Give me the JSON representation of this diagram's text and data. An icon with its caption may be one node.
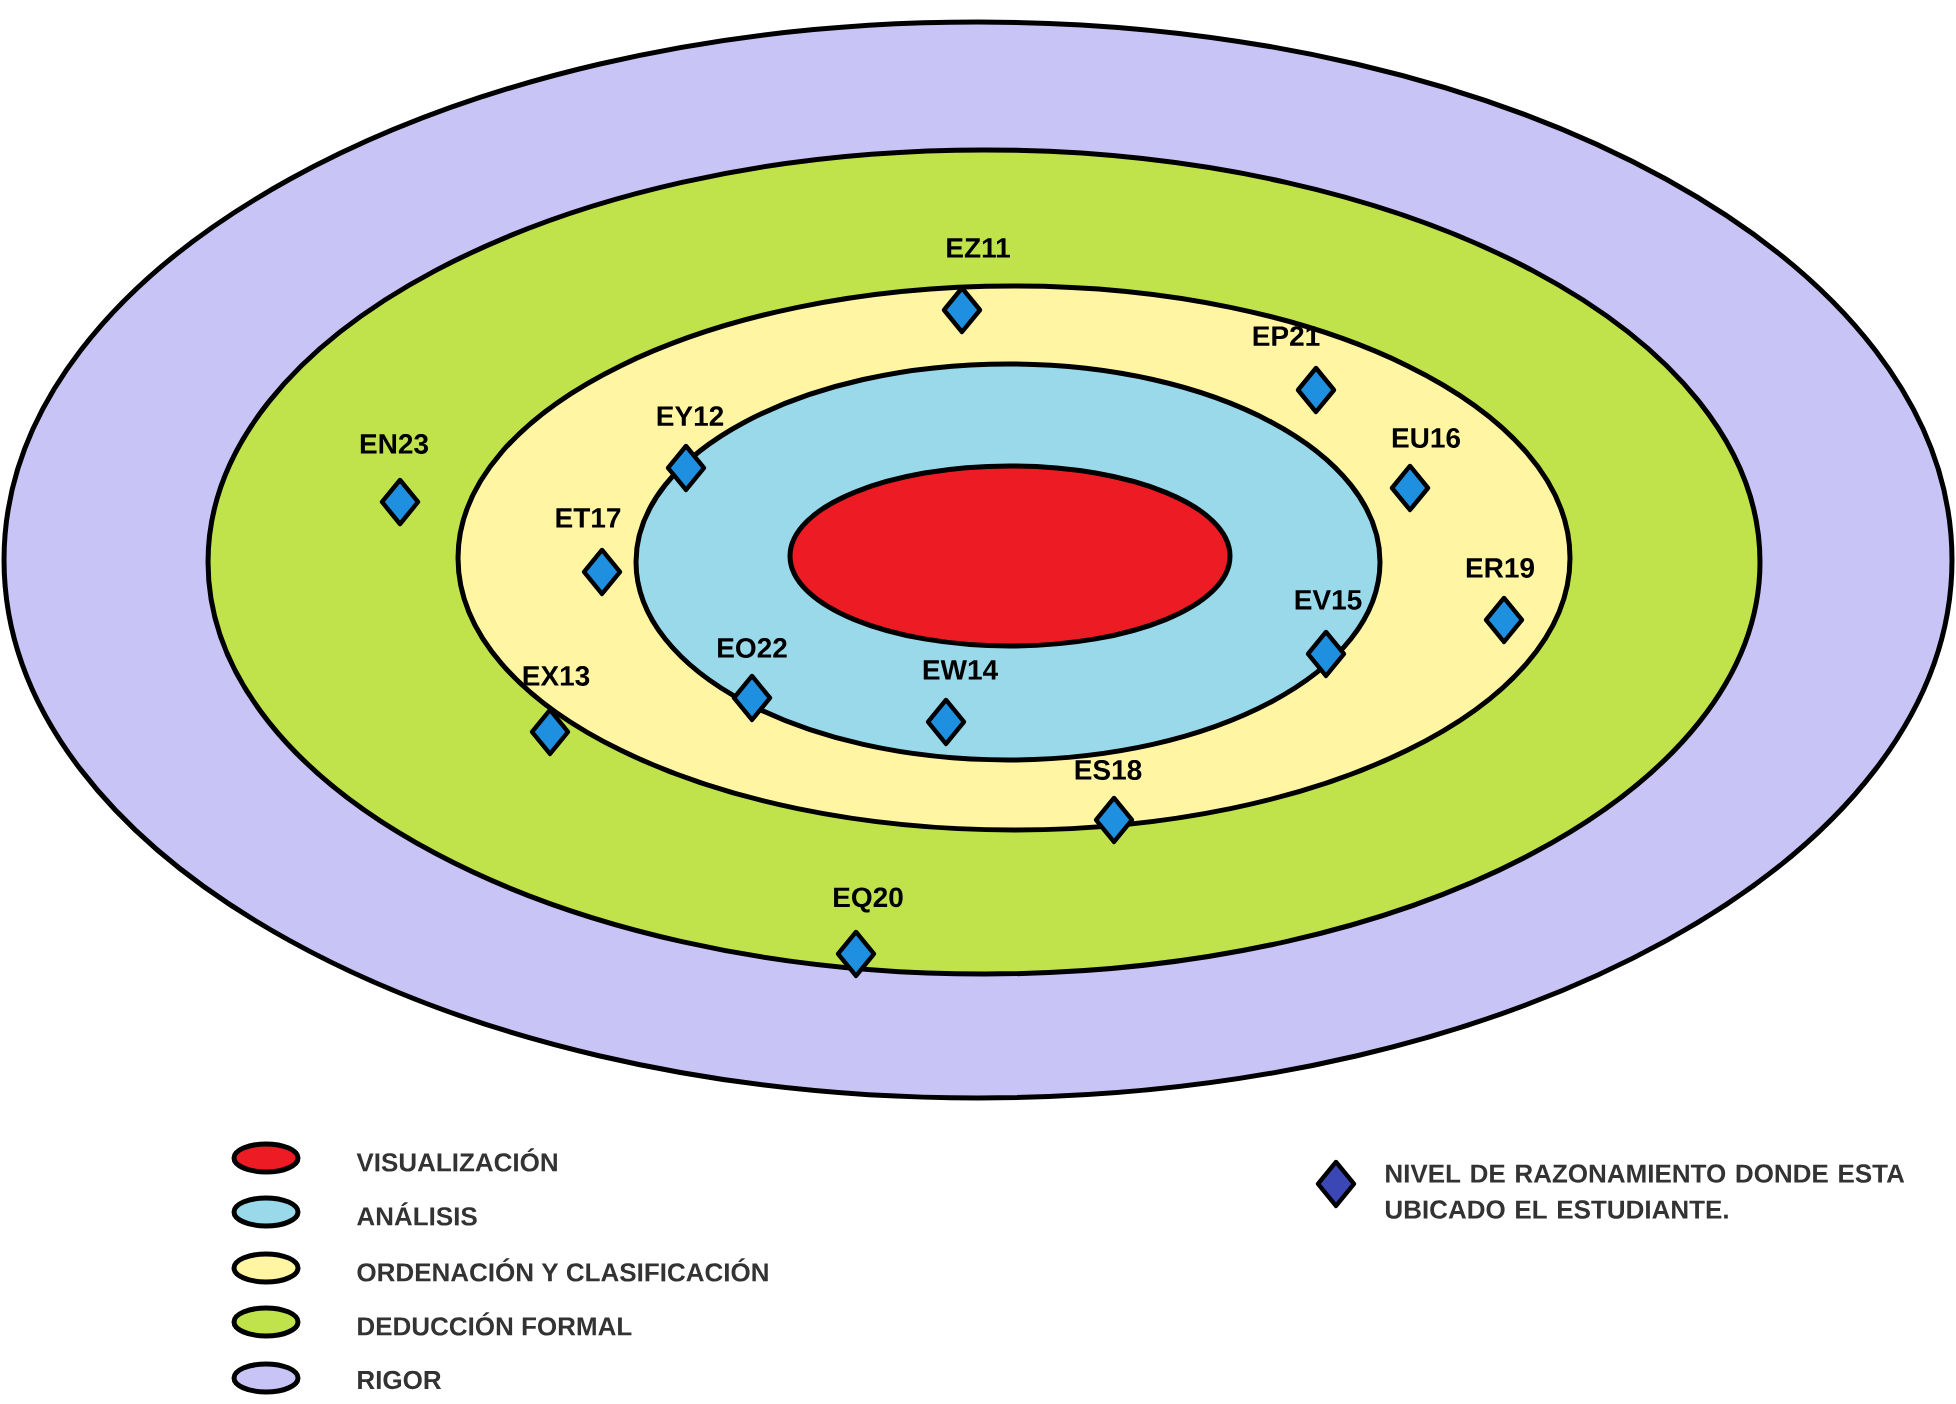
{
  "diagram": {
    "labels": [
      "EZ11",
      "EP21",
      "EY12",
      "EN23",
      "EU16",
      "ET17",
      "ER19",
      "EV15",
      "EO22",
      "EW14",
      "EX13",
      "ES18",
      "EQ20"
    ],
    "legend": [
      {
        "text": "VISUALIZACIÓN",
        "color": "#ed1c24"
      },
      {
        "text": "ANÁLISIS",
        "color": "#99d9ea"
      },
      {
        "text": "ORDENACIÓN Y CLASIFICACIÓN",
        "color": "#fff5a3"
      },
      {
        "text": "DEDUCCIÓN FORMAL",
        "color": "#c0e24a"
      },
      {
        "text": "RIGOR",
        "color": "#c8c4f5"
      },
      {
        "text": "NIVEL DE RAZONAMIENTO DONDE ESTA UBICADO EL ESTUDIANTE."
      }
    ]
  }
}
